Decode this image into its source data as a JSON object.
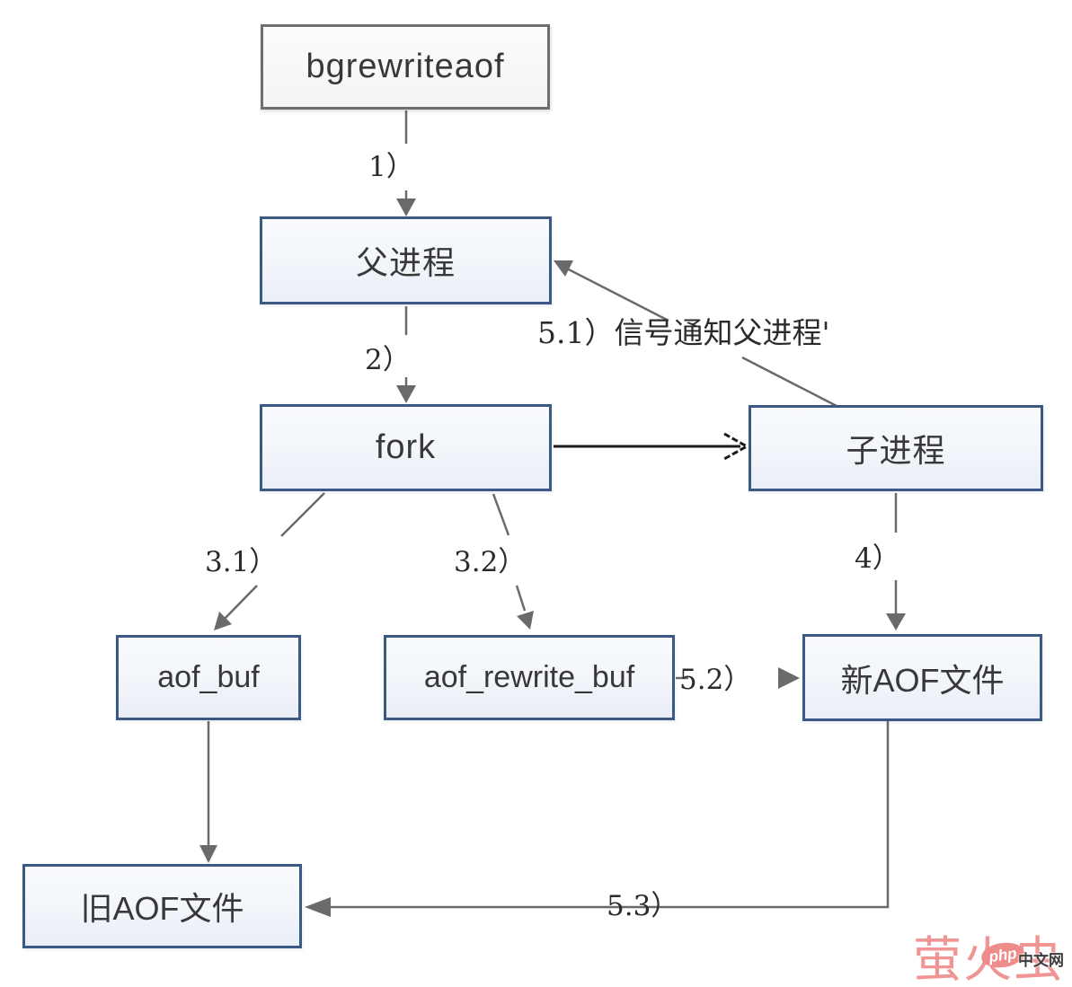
{
  "diagram": {
    "nodes": {
      "bgrewriteaof": {
        "label": "bgrewriteaof"
      },
      "parent_process": {
        "label": "父进程"
      },
      "fork": {
        "label": "fork"
      },
      "child_process": {
        "label": "子进程"
      },
      "aof_buf": {
        "label": "aof_buf"
      },
      "aof_rewrite_buf": {
        "label": "aof_rewrite_buf"
      },
      "new_aof_file": {
        "label": "新AOF文件"
      },
      "old_aof_file": {
        "label": "旧AOF文件"
      }
    },
    "edges": {
      "step1": {
        "label": "1）",
        "from": "bgrewriteaof",
        "to": "parent_process"
      },
      "step2": {
        "label": "2）",
        "from": "parent_process",
        "to": "fork"
      },
      "fork_child": {
        "label": "",
        "from": "fork",
        "to": "child_process"
      },
      "step31": {
        "label": "3.1）",
        "from": "fork",
        "to": "aof_buf"
      },
      "step32": {
        "label": "3.2）",
        "from": "fork",
        "to": "aof_rewrite_buf"
      },
      "step4": {
        "label": "4）",
        "from": "child_process",
        "to": "new_aof_file"
      },
      "step51": {
        "label": "5.1）信号通知父进程'",
        "from": "child_process",
        "to": "parent_process"
      },
      "step52": {
        "label": "5.2）",
        "from": "aof_rewrite_buf",
        "to": "new_aof_file"
      },
      "step53": {
        "label": "5.3）",
        "from": "new_aof_file",
        "to": "old_aof_file"
      },
      "flush": {
        "label": "",
        "from": "aof_buf",
        "to": "old_aof_file"
      }
    },
    "colors": {
      "node_border_blue": "#3a5a84",
      "node_border_gray": "#6e6e6e",
      "node_fill": "#f2f5fa",
      "arrow_gray": "#6a6a6a",
      "arrow_black": "#1a1a1a",
      "watermark_pink": "#f09494"
    }
  },
  "watermark": {
    "brand": "萤火虫",
    "badge": "php",
    "site": "中文网"
  }
}
